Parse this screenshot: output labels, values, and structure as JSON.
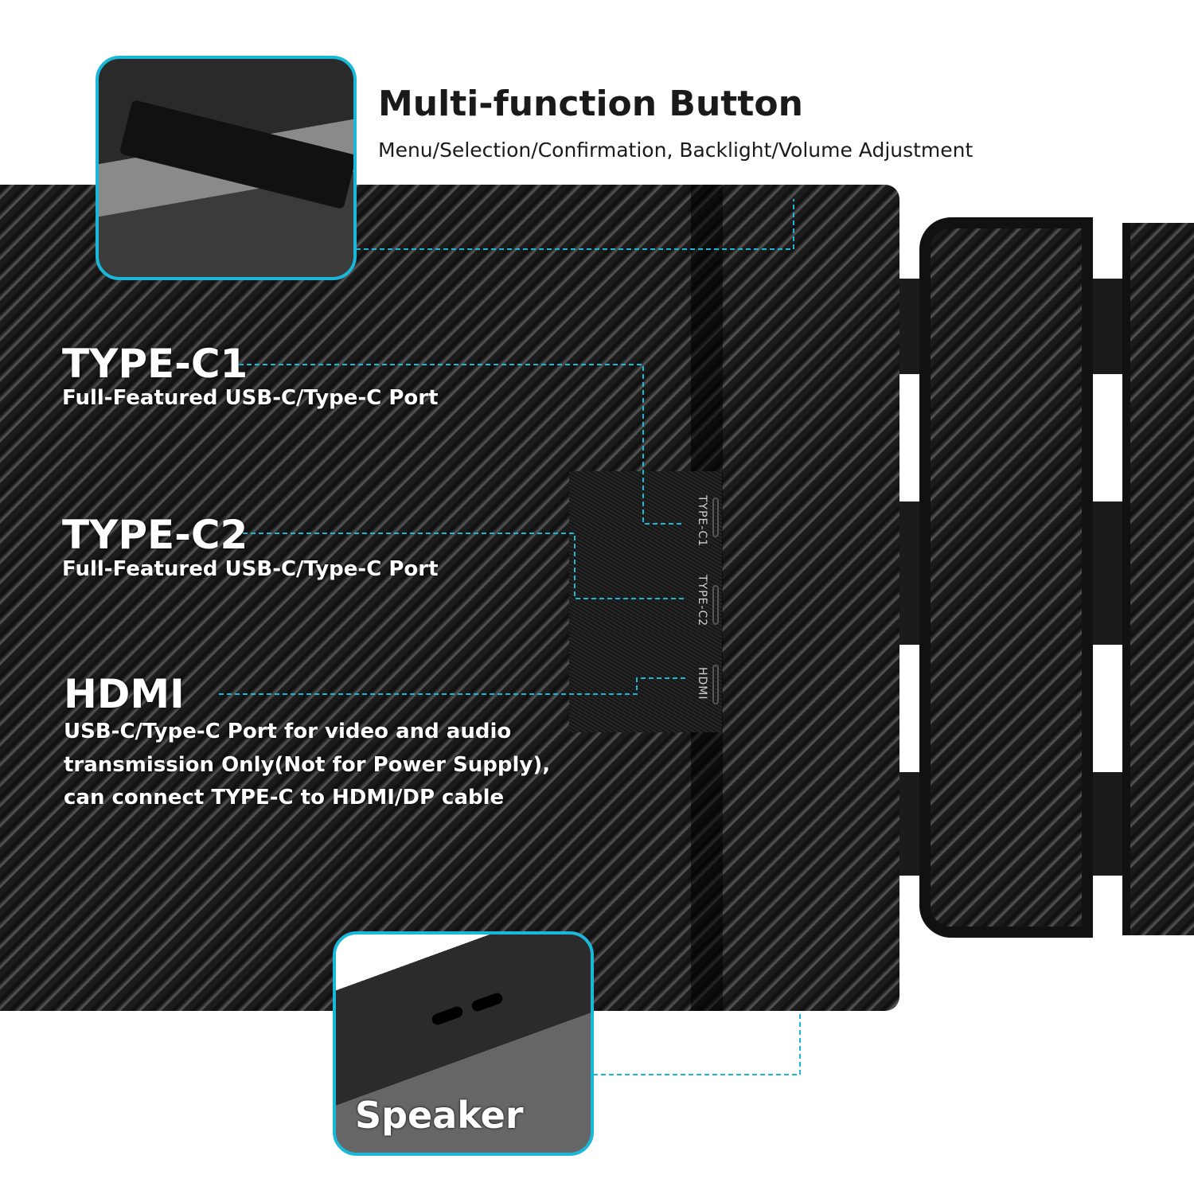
{
  "multi_function": {
    "title": "Multi-function Button",
    "subtitle": "Menu/Selection/Confirmation, Backlight/Volume Adjustment"
  },
  "type_c1": {
    "title": "TYPE-C1",
    "subtitle": "Full-Featured USB-C/Type-C Port"
  },
  "type_c2": {
    "title": "TYPE-C2",
    "subtitle": "Full-Featured USB-C/Type-C Port"
  },
  "hdmi": {
    "title": "HDMI",
    "lines": [
      "USB-C/Type-C Port for video and audio",
      "transmission Only(Not for Power Supply),",
      "can connect TYPE-C to HDMI/DP cable"
    ]
  },
  "speaker": {
    "title": "Speaker"
  },
  "port_labels": [
    "TYPE-C1",
    "TYPE-C2",
    "HDMI"
  ],
  "colors": {
    "accent": "#1ab8d8"
  }
}
